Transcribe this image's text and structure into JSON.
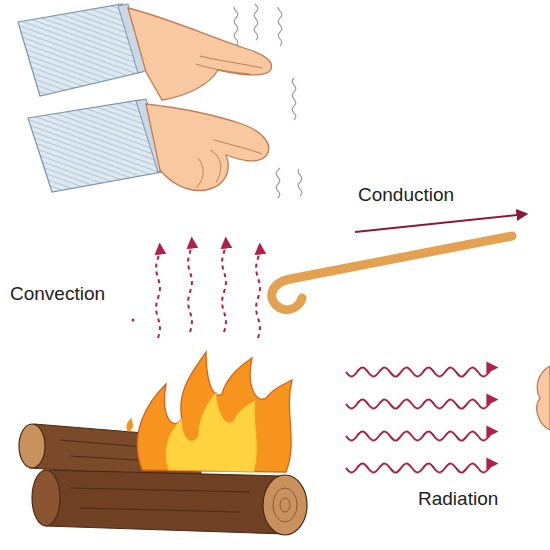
{
  "diagram": {
    "labels": [
      "Conduction",
      "Convection",
      "Radiation"
    ]
  }
}
